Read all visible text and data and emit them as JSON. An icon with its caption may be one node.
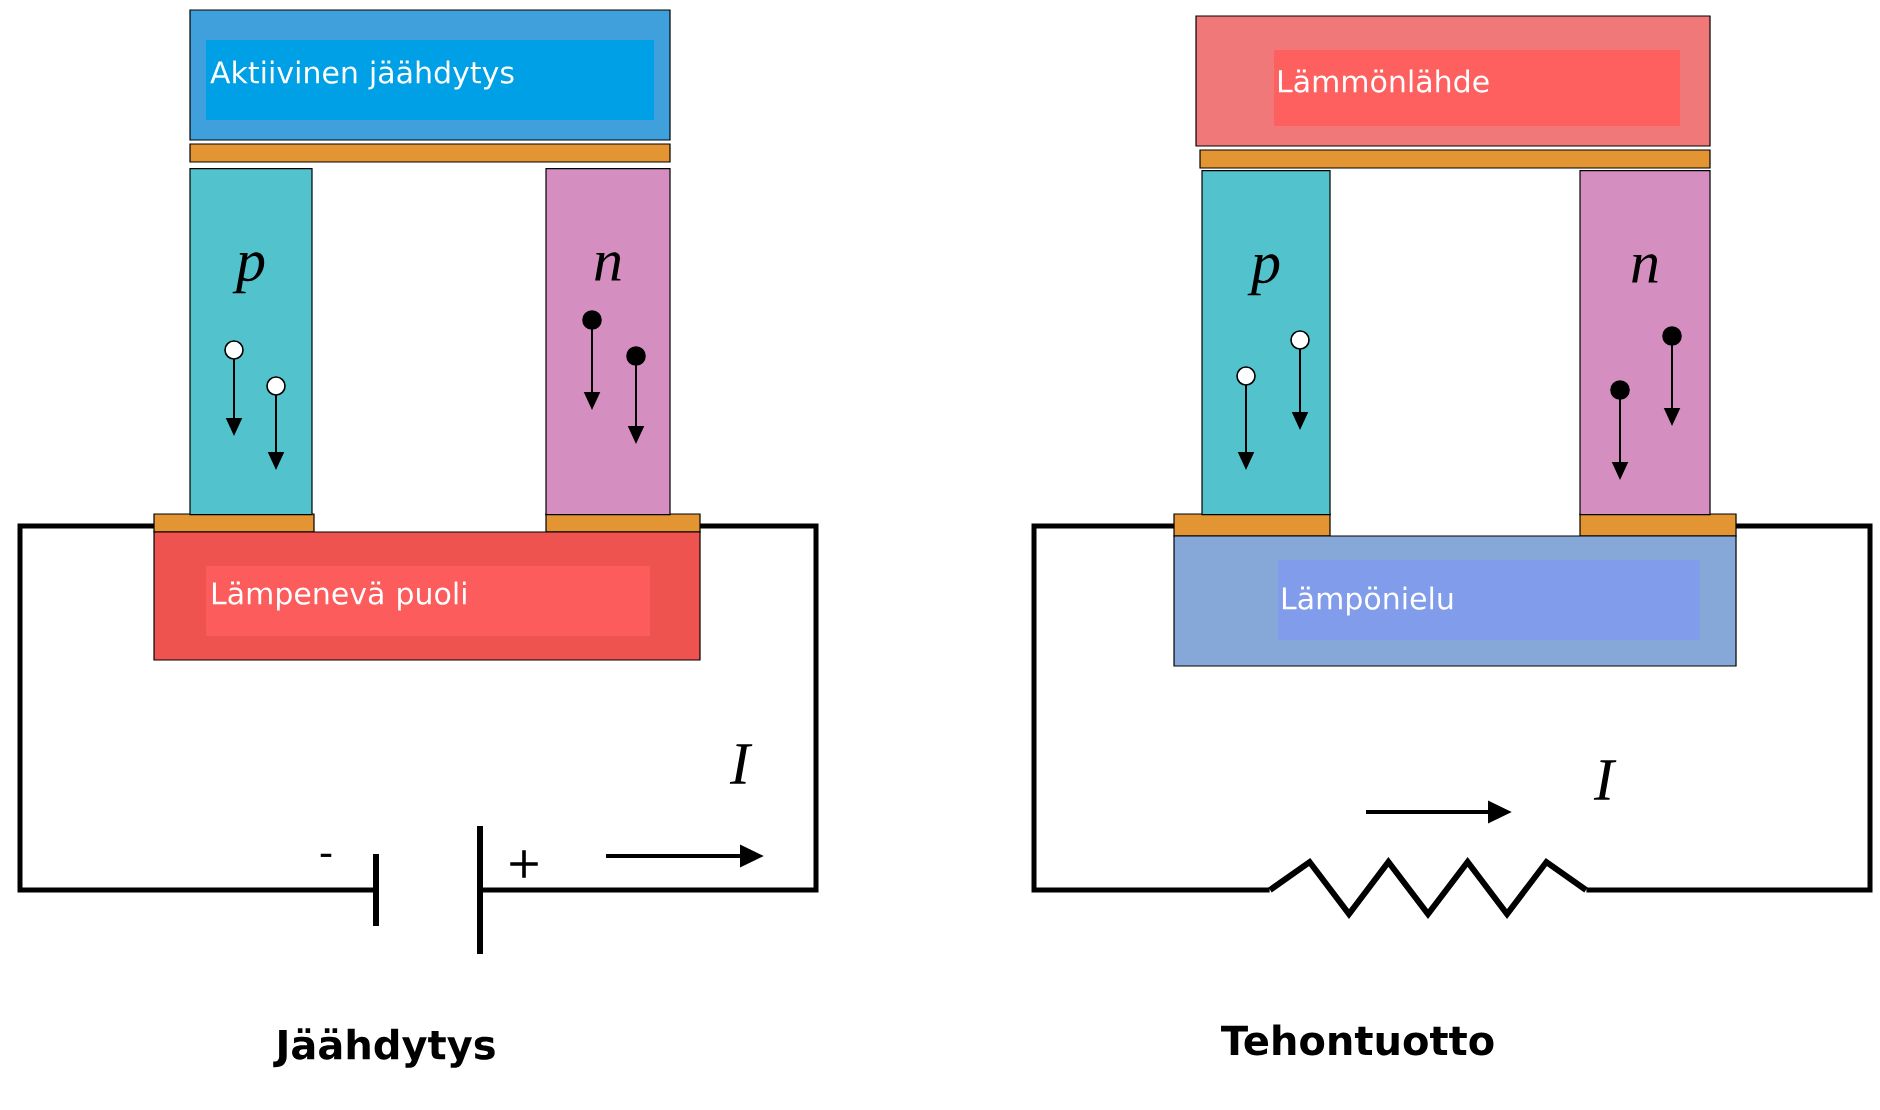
{
  "diagram": {
    "nodes": [
      {
        "text": [
          "Aktiivinen jäähdytys"
        ]
      },
      {
        "text": [
          "p"
        ]
      },
      {
        "text": [
          "n"
        ]
      },
      {
        "text": [
          "Lämpenevä puoli"
        ]
      },
      {
        "text": [],
        "shape": "battery"
      },
      {
        "text": [
          "Lämmönlähde"
        ]
      },
      {
        "text": [
          "p"
        ]
      },
      {
        "text": [
          "n"
        ]
      },
      {
        "text": [
          "Lämpönielu"
        ]
      },
      {
        "text": [],
        "shape": "resistor"
      }
    ],
    "edges": [
      {
        "from": 3,
        "to": 4,
        "arrow": "none"
      },
      {
        "from": 4,
        "to": 3,
        "arrow": "none"
      },
      {
        "from": 8,
        "to": 9,
        "arrow": "none"
      },
      {
        "from": 9,
        "to": 8,
        "arrow": "none"
      }
    ],
    "labels": [
      "-",
      "+",
      "I",
      "I",
      "Jäähdytys",
      "Tehontuotto"
    ]
  }
}
